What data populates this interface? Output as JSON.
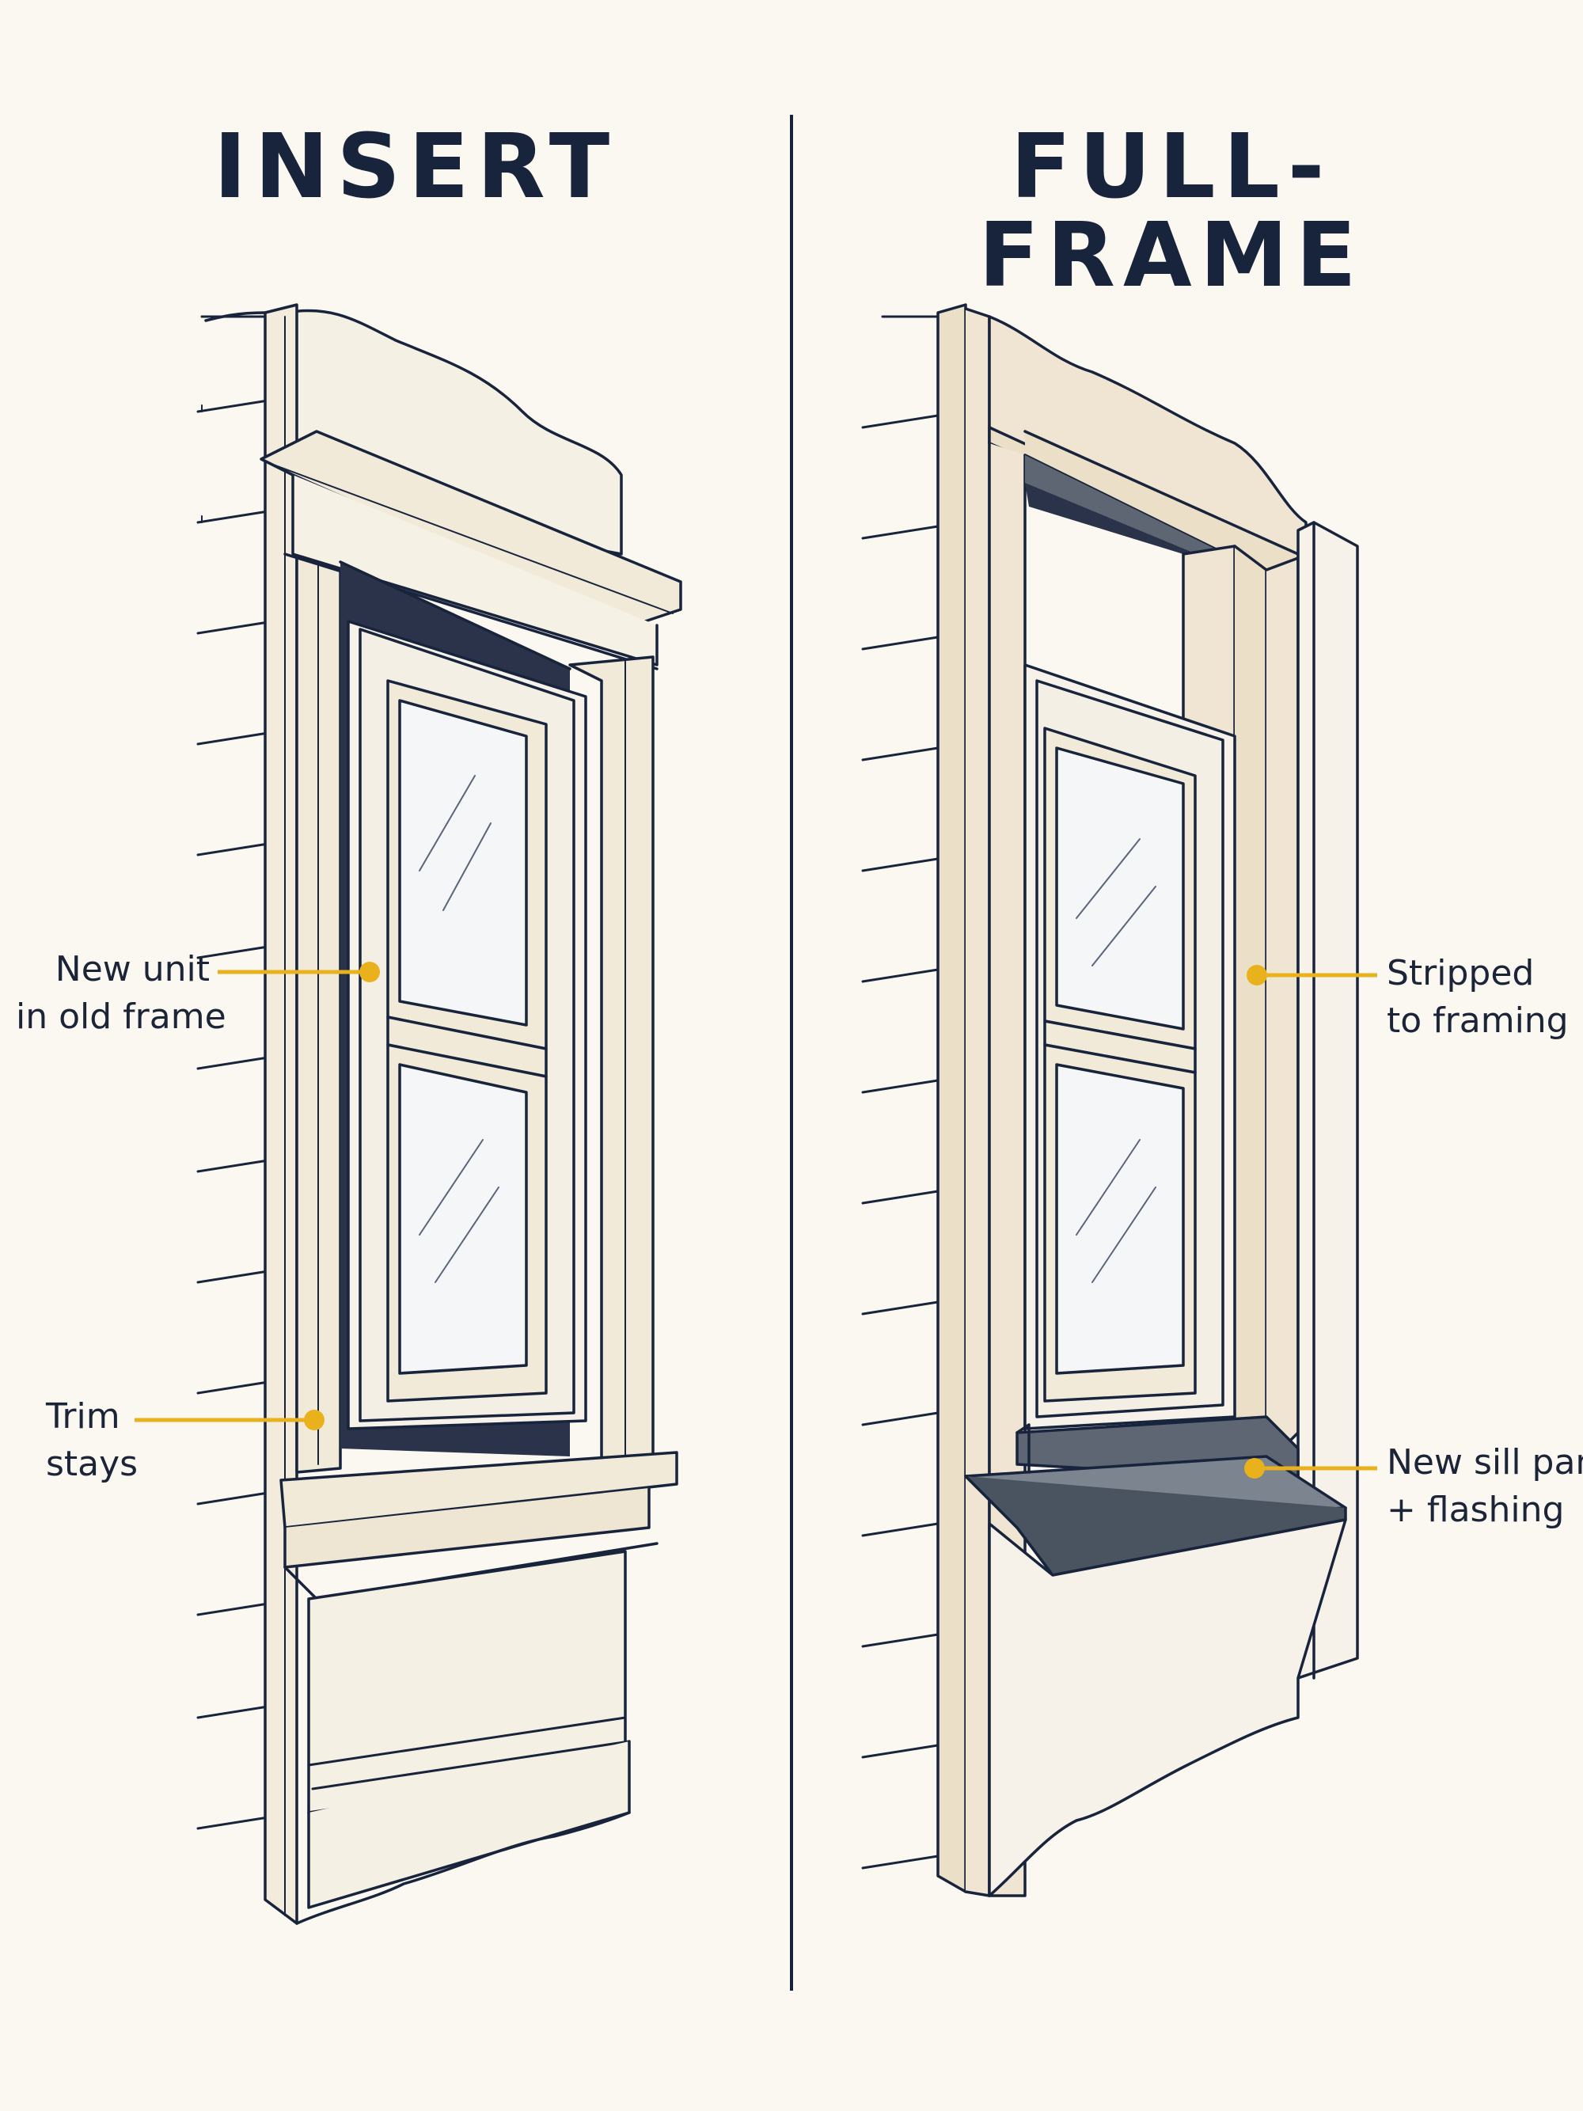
{
  "panels": {
    "insert": {
      "title": "INSERT",
      "callouts": {
        "new_unit": [
          "New unit",
          "in old frame"
        ],
        "trim": [
          "Trim",
          "stays"
        ]
      }
    },
    "full_frame": {
      "title": "FULL-FRAME",
      "callouts": {
        "stripped": [
          "Stripped",
          "to framing"
        ],
        "sill_pan": [
          "New sill pan",
          "+ flashing"
        ]
      }
    }
  },
  "colors": {
    "background": "#fbf8f1",
    "ink": "#18243c",
    "wood": "#f1ead9",
    "framing": "#ebdfc8",
    "glass": "#f4f6f8",
    "callout_accent": "#e9b21c",
    "sill_pan": "#5d6672"
  }
}
